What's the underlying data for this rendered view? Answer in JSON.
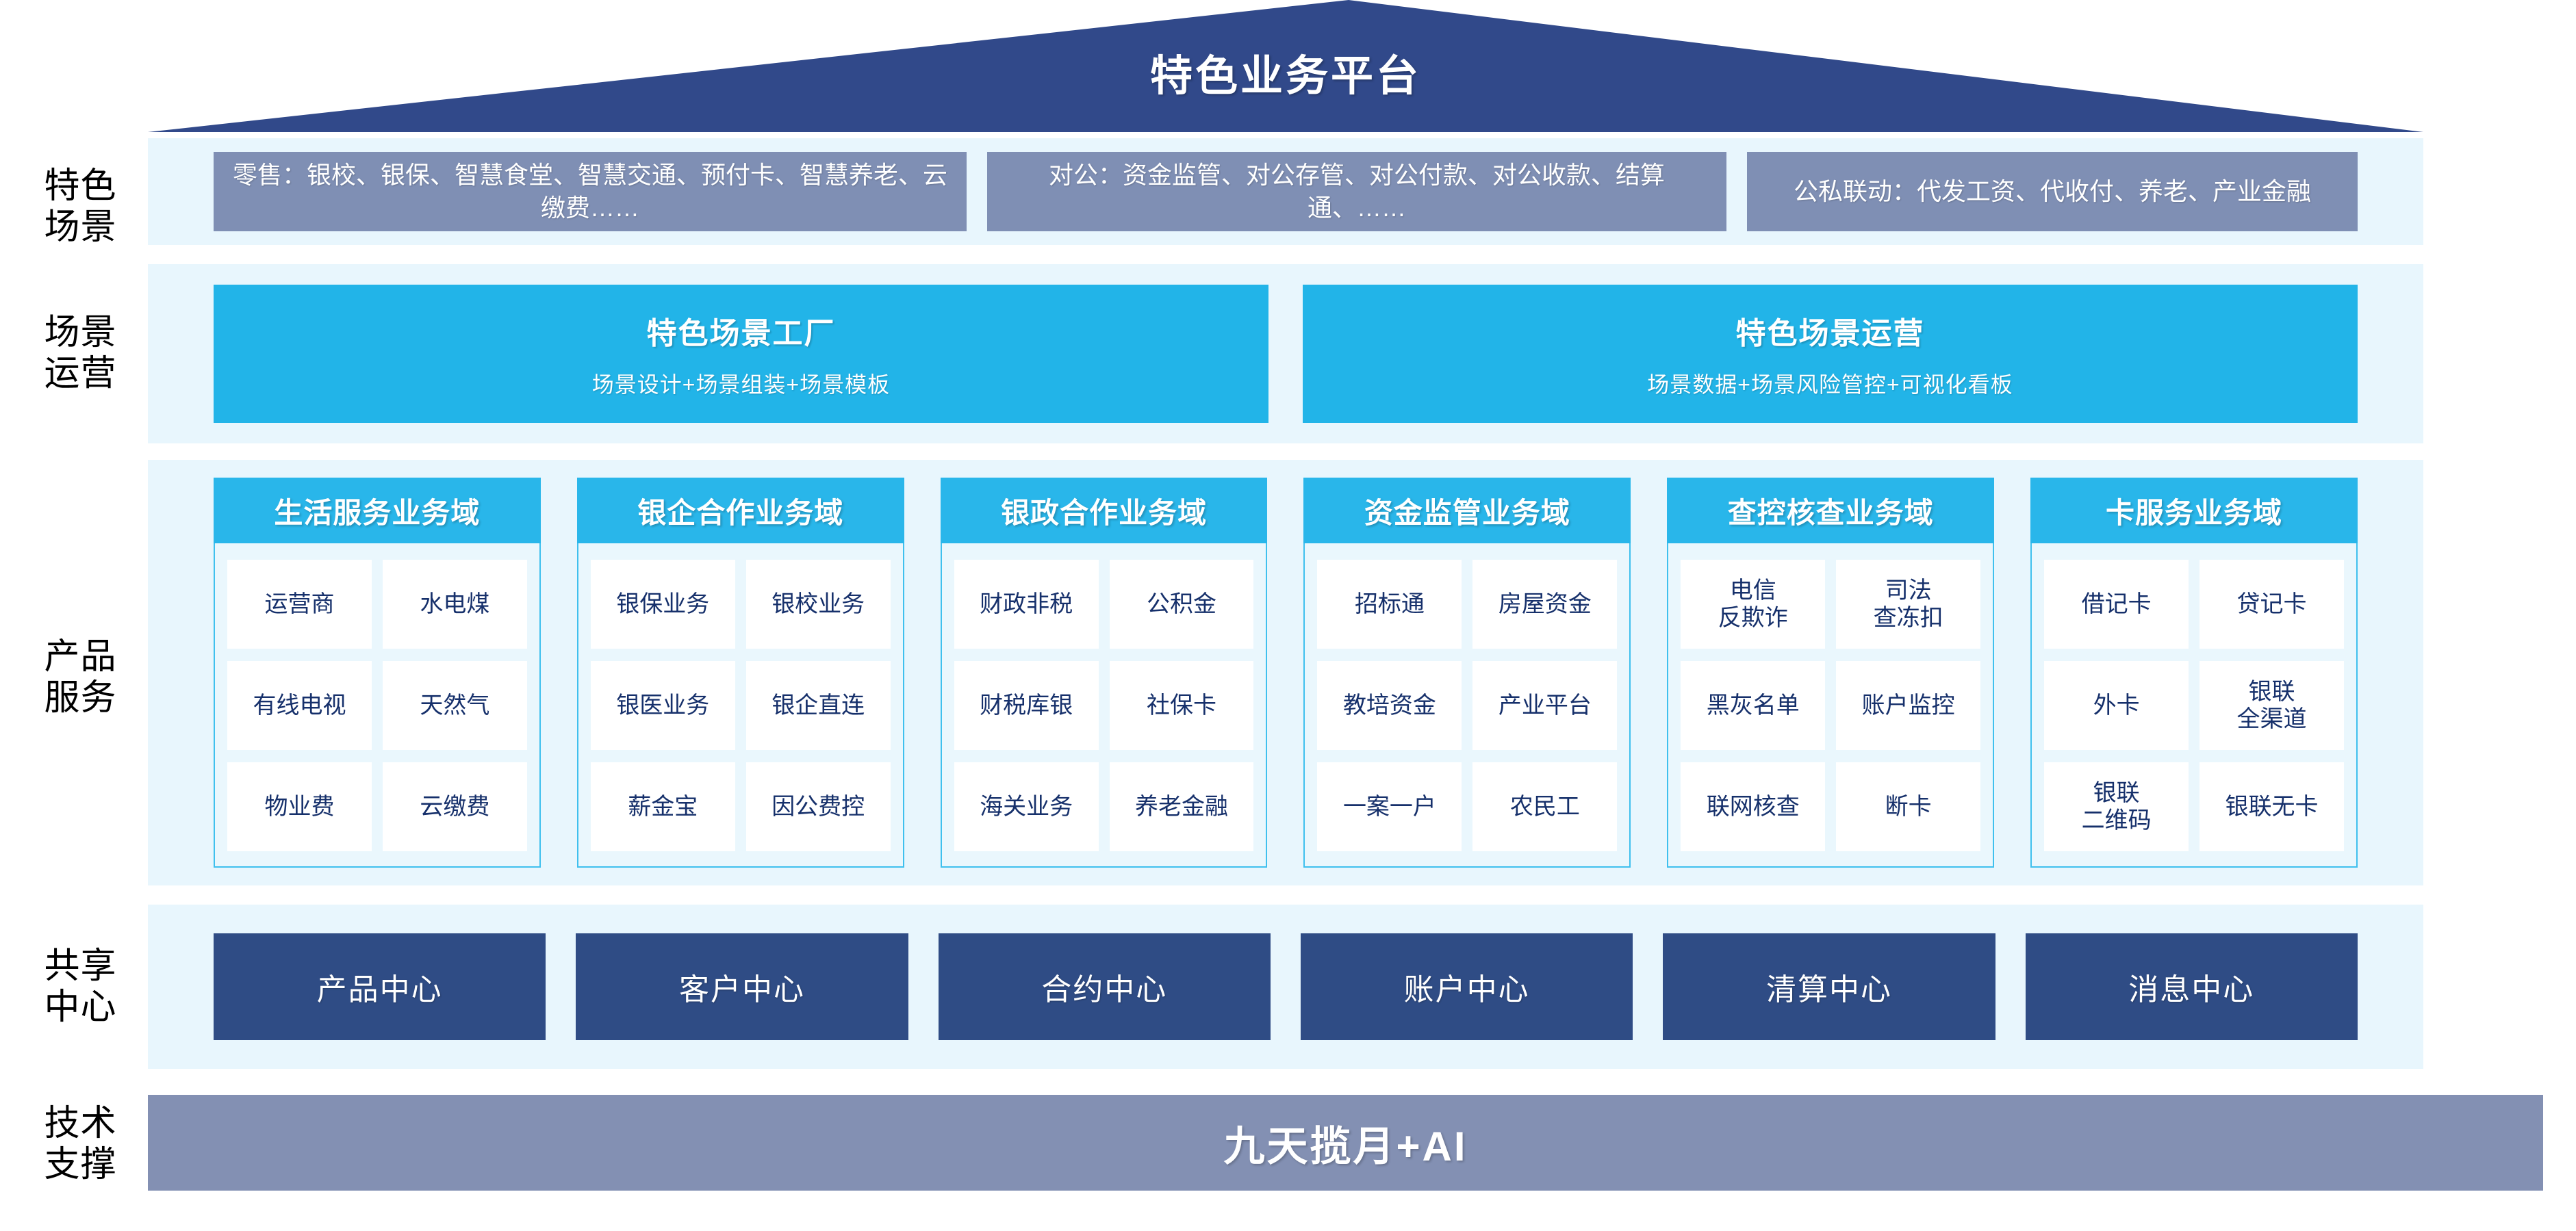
{
  "roof": {
    "title": "特色业务平台",
    "color": "#31498a"
  },
  "rows": [
    {
      "key": "scenarios",
      "label": "特色\n场景"
    },
    {
      "key": "operations",
      "label": "场景\n运营"
    },
    {
      "key": "products",
      "label": "产品\n服务"
    },
    {
      "key": "shared",
      "label": "共享\n中心"
    },
    {
      "key": "tech",
      "label": "技术\n支撑"
    }
  ],
  "row_labels": {
    "scenarios": "特色\n场景",
    "operations": "场景\n运营",
    "products": "产品\n服务",
    "shared": "共享\n中心",
    "tech": "技术\n支撑"
  },
  "scenarios": {
    "boxes": [
      {
        "text": "零售：银校、银保、智慧食堂、智慧交通、预付卡、智慧养老、云缴费……"
      },
      {
        "text": "对公：资金监管、对公存管、对公付款、对公收款、结算通、……"
      },
      {
        "text": "公私联动：代发工资、代收付、养老、产业金融"
      }
    ],
    "box_color": "#7f8fb4"
  },
  "operations": {
    "boxes": [
      {
        "title": "特色场景工厂",
        "subtitle": "场景设计+场景组装+场景模板"
      },
      {
        "title": "特色场景运营",
        "subtitle": "场景数据+场景风险管控+可视化看板"
      }
    ],
    "box_color": "#22b4e8"
  },
  "products": {
    "header_color": "#29b6ea",
    "body_color": "#eaf7fd",
    "cell_text_color": "#16306b",
    "domains": [
      {
        "title": "生活服务业务域",
        "items": [
          "运营商",
          "水电煤",
          "有线电视",
          "天然气",
          "物业费",
          "云缴费"
        ]
      },
      {
        "title": "银企合作业务域",
        "items": [
          "银保业务",
          "银校业务",
          "银医业务",
          "银企直连",
          "薪金宝",
          "因公费控"
        ]
      },
      {
        "title": "银政合作业务域",
        "items": [
          "财政非税",
          "公积金",
          "财税库银",
          "社保卡",
          "海关业务",
          "养老金融"
        ]
      },
      {
        "title": "资金监管业务域",
        "items": [
          "招标通",
          "房屋资金",
          "教培资金",
          "产业平台",
          "一案一户",
          "农民工"
        ]
      },
      {
        "title": "查控核查业务域",
        "items": [
          "电信\n反欺诈",
          "司法\n查冻扣",
          "黑灰名单",
          "账户监控",
          "联网核查",
          "断卡"
        ]
      },
      {
        "title": "卡服务业务域",
        "items": [
          "借记卡",
          "贷记卡",
          "外卡",
          "银联\n全渠道",
          "银联\n二维码",
          "银联无卡"
        ]
      }
    ]
  },
  "shared": {
    "box_color": "#2f4c85",
    "centers": [
      "产品中心",
      "客户中心",
      "合约中心",
      "账户中心",
      "清算中心",
      "消息中心"
    ]
  },
  "tech": {
    "title": "九天揽月+AI",
    "bar_color": "#8390b3"
  },
  "palette": {
    "band_bg": "#e8f6fd",
    "roof_navy": "#31498a",
    "cyan": "#29b6ea",
    "navy": "#2f4c85",
    "slate": "#8390b3",
    "page_bg": "#ffffff"
  }
}
